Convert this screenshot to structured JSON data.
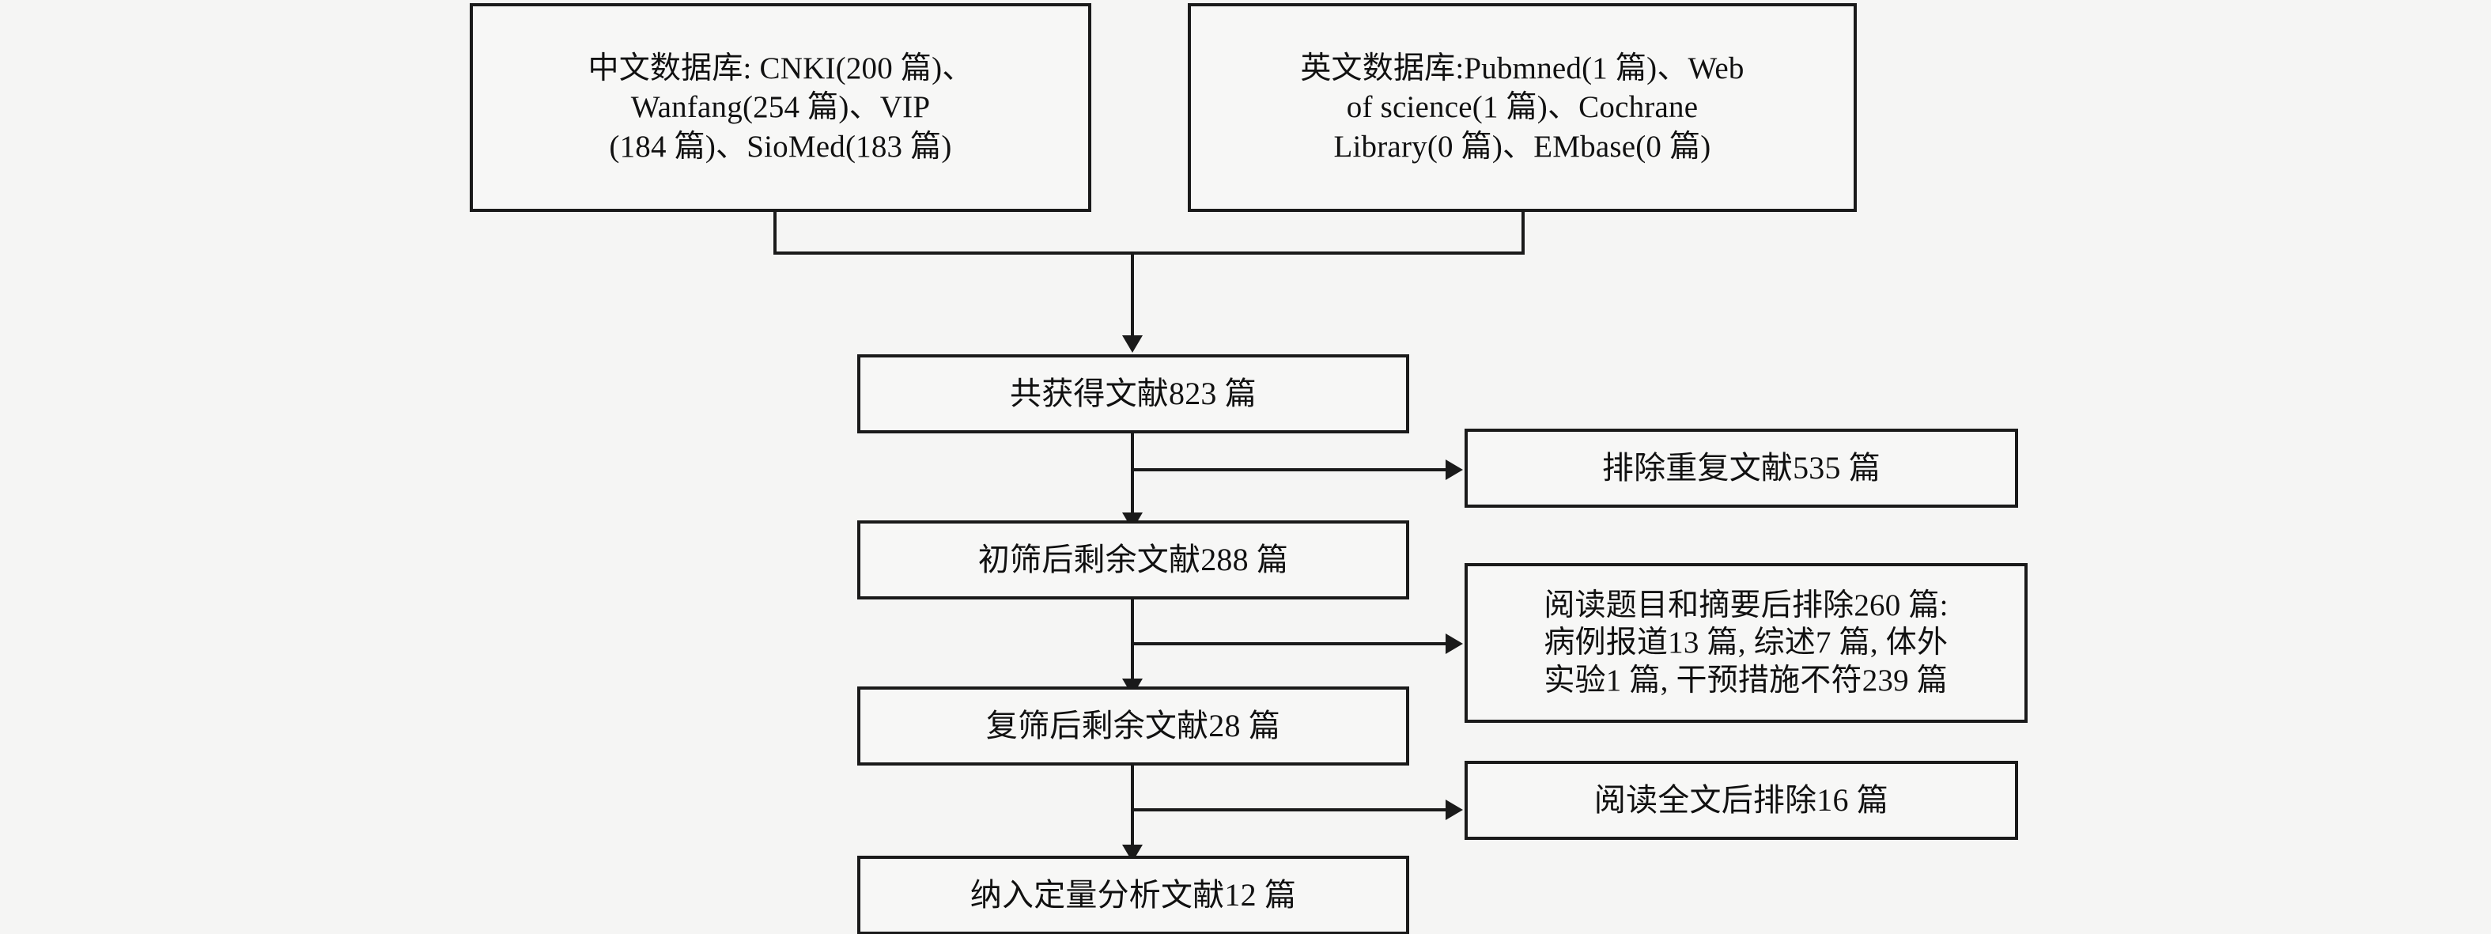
{
  "diagram": {
    "type": "prisma-flow-diagram",
    "title_visible": false,
    "colors": {
      "background": "#f5f5f4",
      "box_fill": "#f7f7f6",
      "stroke": "#1a1a1a",
      "text": "#111111"
    },
    "sources": [
      {
        "id": "chinese-databases",
        "text": "中文数据库: CNKI(200 篇)、\nWanfang(254 篇)、VIP\n(184 篇)、SioMed(183 篇)",
        "databases": [
          {
            "name": "CNKI",
            "count": 200,
            "unit": "篇"
          },
          {
            "name": "Wanfang",
            "count": 254,
            "unit": "篇"
          },
          {
            "name": "VIP",
            "count": 184,
            "unit": "篇"
          },
          {
            "name": "SioMed",
            "count": 183,
            "unit": "篇"
          }
        ]
      },
      {
        "id": "english-databases",
        "text": "英文数据库:Pubmned(1 篇)、Web\nof science(1 篇)、Cochrane\nLibrary(0 篇)、EMbase(0 篇)",
        "databases": [
          {
            "name": "Pubmned",
            "count": 1,
            "unit": "篇"
          },
          {
            "name": "Web of science",
            "count": 1,
            "unit": "篇"
          },
          {
            "name": "Cochrane Library",
            "count": 0,
            "unit": "篇"
          },
          {
            "name": "EMbase",
            "count": 0,
            "unit": "篇"
          }
        ]
      }
    ],
    "flow": [
      {
        "id": "total-records",
        "text": "共获得文献823 篇",
        "count": 823
      },
      {
        "id": "after-first-screen",
        "text": "初筛后剩余文献288 篇",
        "count": 288
      },
      {
        "id": "after-second-screen",
        "text": "复筛后剩余文献28 篇",
        "count": 28
      },
      {
        "id": "included-quantitative",
        "text": "纳入定量分析文献12 篇",
        "count": 12
      }
    ],
    "exclusions": [
      {
        "id": "duplicates-removed",
        "text": "排除重复文献535 篇",
        "count": 535
      },
      {
        "id": "title-abstract-excluded",
        "text": "阅读题目和摘要后排除260 篇:\n病例报道13 篇, 综述7 篇, 体外\n实验1 篇, 干预措施不符239 篇",
        "count": 260,
        "reasons": [
          {
            "label": "病例报道",
            "count": 13,
            "unit": "篇"
          },
          {
            "label": "综述",
            "count": 7,
            "unit": "篇"
          },
          {
            "label": "体外实验",
            "count": 1,
            "unit": "篇"
          },
          {
            "label": "干预措施不符",
            "count": 239,
            "unit": "篇"
          }
        ]
      },
      {
        "id": "fulltext-excluded",
        "text": "阅读全文后排除16 篇",
        "count": 16
      }
    ]
  }
}
